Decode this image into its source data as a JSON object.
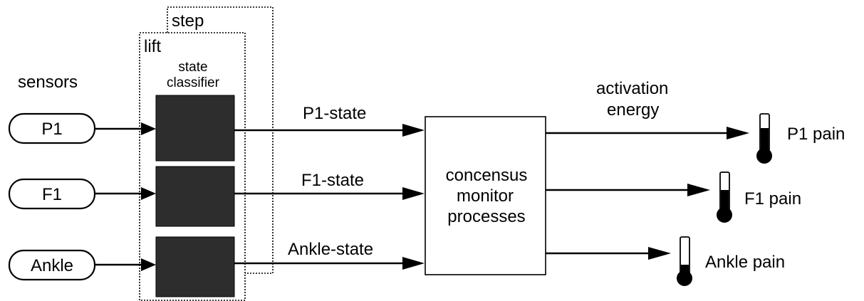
{
  "frames": {
    "step_label": "step",
    "lift_label": "lift"
  },
  "classifier_heading": {
    "line1": "state",
    "line2": "classifier"
  },
  "sensors_heading": "sensors",
  "sensors": [
    {
      "label": "P1"
    },
    {
      "label": "F1"
    },
    {
      "label": "Ankle"
    }
  ],
  "states": [
    {
      "label": "P1-state"
    },
    {
      "label": "F1-state"
    },
    {
      "label": "Ankle-state"
    }
  ],
  "monitor": {
    "line1": "concensus",
    "line2": "monitor",
    "line3": "processes"
  },
  "activation_heading": {
    "line1": "activation",
    "line2": "energy"
  },
  "outputs": [
    {
      "label": "P1 pain",
      "level": "high"
    },
    {
      "label": "F1 pain",
      "level": "medium"
    },
    {
      "label": "Ankle pain",
      "level": "low"
    }
  ]
}
